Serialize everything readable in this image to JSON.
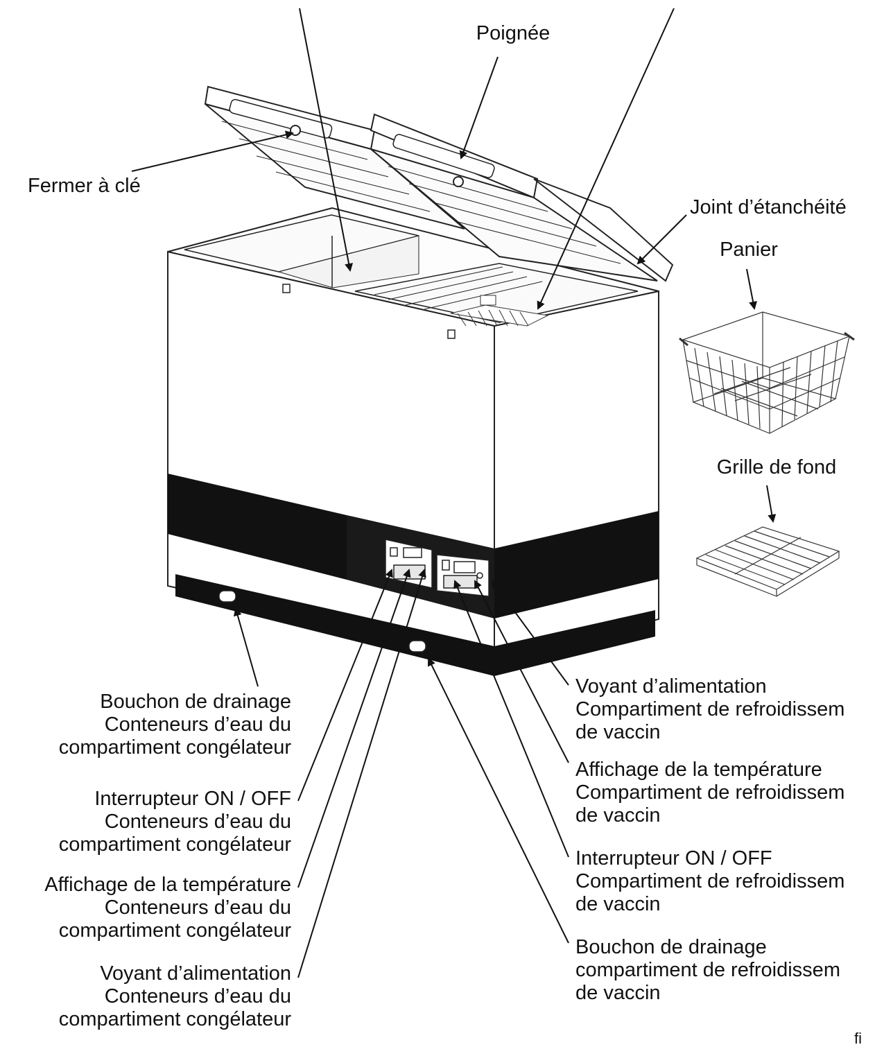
{
  "labels": {
    "cut_top_label": "",
    "handle": "Poignée",
    "lock": "Fermer à clé",
    "gasket": "Joint d’étanchéité",
    "basket": "Panier",
    "bottom_grid": "Grille de fond",
    "left_drain_plug": "Bouchon de drainage\nConteneurs d’eau du\ncompartiment congélateur",
    "left_on_off": "Interrupteur ON / OFF\nConteneurs d’eau du\ncompartiment congélateur",
    "left_temp_display": "Affichage de la température\nConteneurs d’eau du\ncompartiment congélateur",
    "left_power_light": "Voyant d’alimentation\nConteneurs d’eau du\ncompartiment congélateur",
    "right_power_light": "Voyant d’alimentation\nCompartiment de refroidissem\nde vaccin",
    "right_temp_display": "Affichage de la température\nCompartiment de refroidissem\nde vaccin",
    "right_on_off": "Interrupteur ON / OFF\nCompartiment de refroidissem\nde vaccin",
    "right_drain_plug": "Bouchon de drainage\ncompartiment de refroidissem\nde vaccin",
    "corner_text": "fi"
  }
}
